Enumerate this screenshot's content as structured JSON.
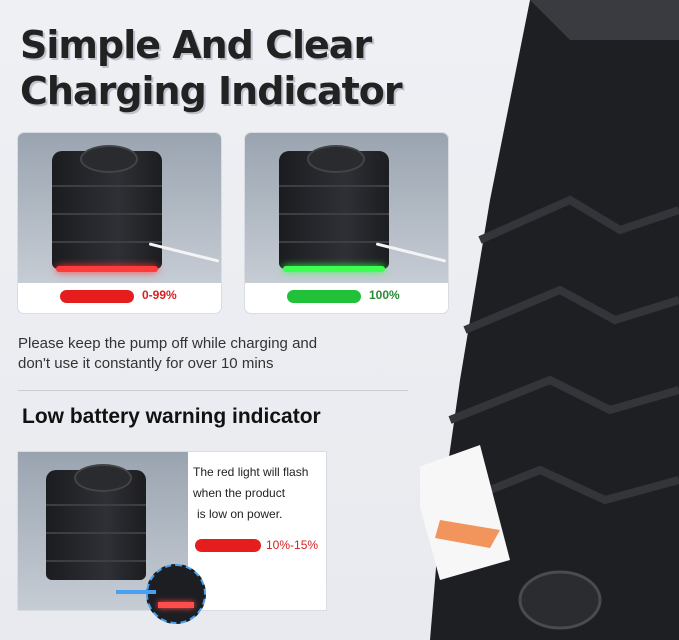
{
  "title": {
    "line1": "Simple And Clear",
    "line2": "Charging Indicator"
  },
  "cards": [
    {
      "label": "0-99%",
      "indicator_color": "#e51d1d",
      "glow_color": "#ff3b3b"
    },
    {
      "label": "100%",
      "indicator_color": "#22c13a",
      "glow_color": "#3cff52"
    }
  ],
  "note": {
    "line1": "Please keep the pump off while charging and",
    "line2": "don't use it constantly for over 10 mins"
  },
  "warning": {
    "heading": "Low battery warning indicator",
    "line1": "The red light will flash",
    "line2": "when the product",
    "line3": "is low on power.",
    "range": "10%-15%",
    "indicator_color": "#e51d1d"
  },
  "colors": {
    "pump_body": "#1f2023",
    "accent_arrow": "#f08a4b",
    "arrow_blue": "#4aa0f0"
  }
}
